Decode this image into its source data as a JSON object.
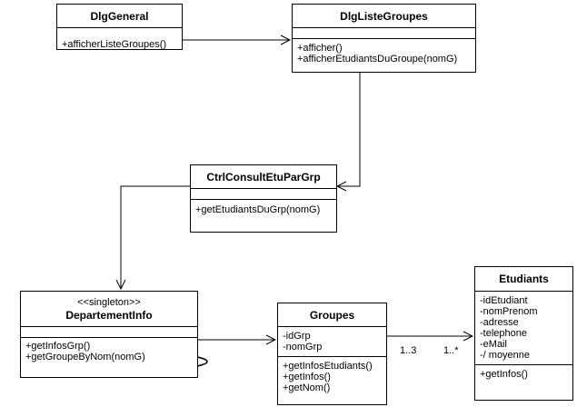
{
  "classes": {
    "dlg_general": {
      "name": "DlgGeneral",
      "operations": [
        "+afficherListeGroupes()"
      ]
    },
    "dlg_liste_groupes": {
      "name": "DlgListeGroupes",
      "operations": [
        "+afficher()",
        "+afficherEtudiantsDuGroupe(nomG)"
      ]
    },
    "ctrl_consult": {
      "name": "CtrlConsultEtuParGrp",
      "operations": [
        "+getEtudiantsDuGrp(nomG)"
      ]
    },
    "departement_info": {
      "stereotype": "<<singleton>>",
      "name": "DepartementInfo",
      "operations": [
        "+getInfosGrp()",
        "+getGroupeByNom(nomG)"
      ]
    },
    "groupes": {
      "name": "Groupes",
      "attributes": [
        "-idGrp",
        "-nomGrp"
      ],
      "operations": [
        "+getInfosEtudiants()",
        "+getInfos()",
        "+getNom()"
      ]
    },
    "etudiants": {
      "name": "Etudiants",
      "attributes": [
        "-idEtudiant",
        "-nomPrenom",
        "-adresse",
        "-telephone",
        "-eMail",
        "-/ moyenne"
      ],
      "operations": [
        "+getInfos()"
      ]
    }
  },
  "association": {
    "multiplicity_groupes": "1..3",
    "multiplicity_etudiants": "1..*"
  }
}
